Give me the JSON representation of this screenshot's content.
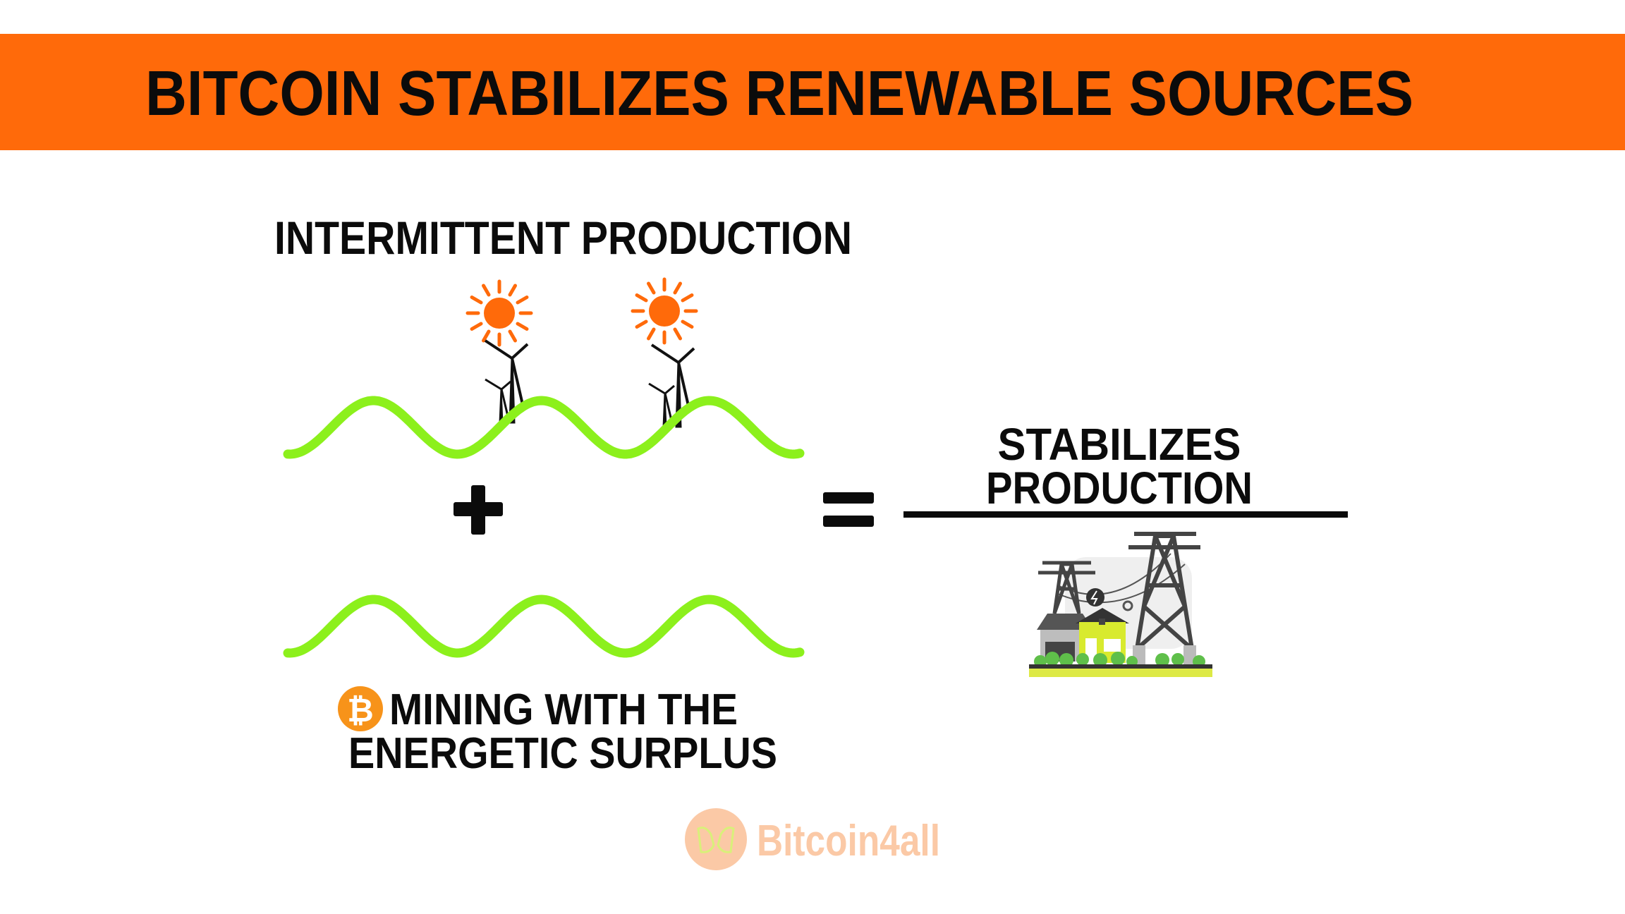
{
  "header": {
    "title": "BITCOIN STABILIZES RENEWABLE SOURCES"
  },
  "top_label": "INTERMITTENT PRODUCTION",
  "operators": {
    "plus": "+",
    "equals": "="
  },
  "result": {
    "line1": "STABILIZES",
    "line2": "PRODUCTION"
  },
  "bottom_label": {
    "line1": "MINING WITH THE",
    "line2": "ENERGETIC SURPLUS"
  },
  "logo": {
    "text": "Bitcoin4all"
  },
  "colors": {
    "header_bg": "#ff6a0a",
    "wave": "#8cf01c",
    "sun": "#ff6a0a",
    "bitcoin": "#f7931a",
    "logo": "#fbc9a6"
  }
}
